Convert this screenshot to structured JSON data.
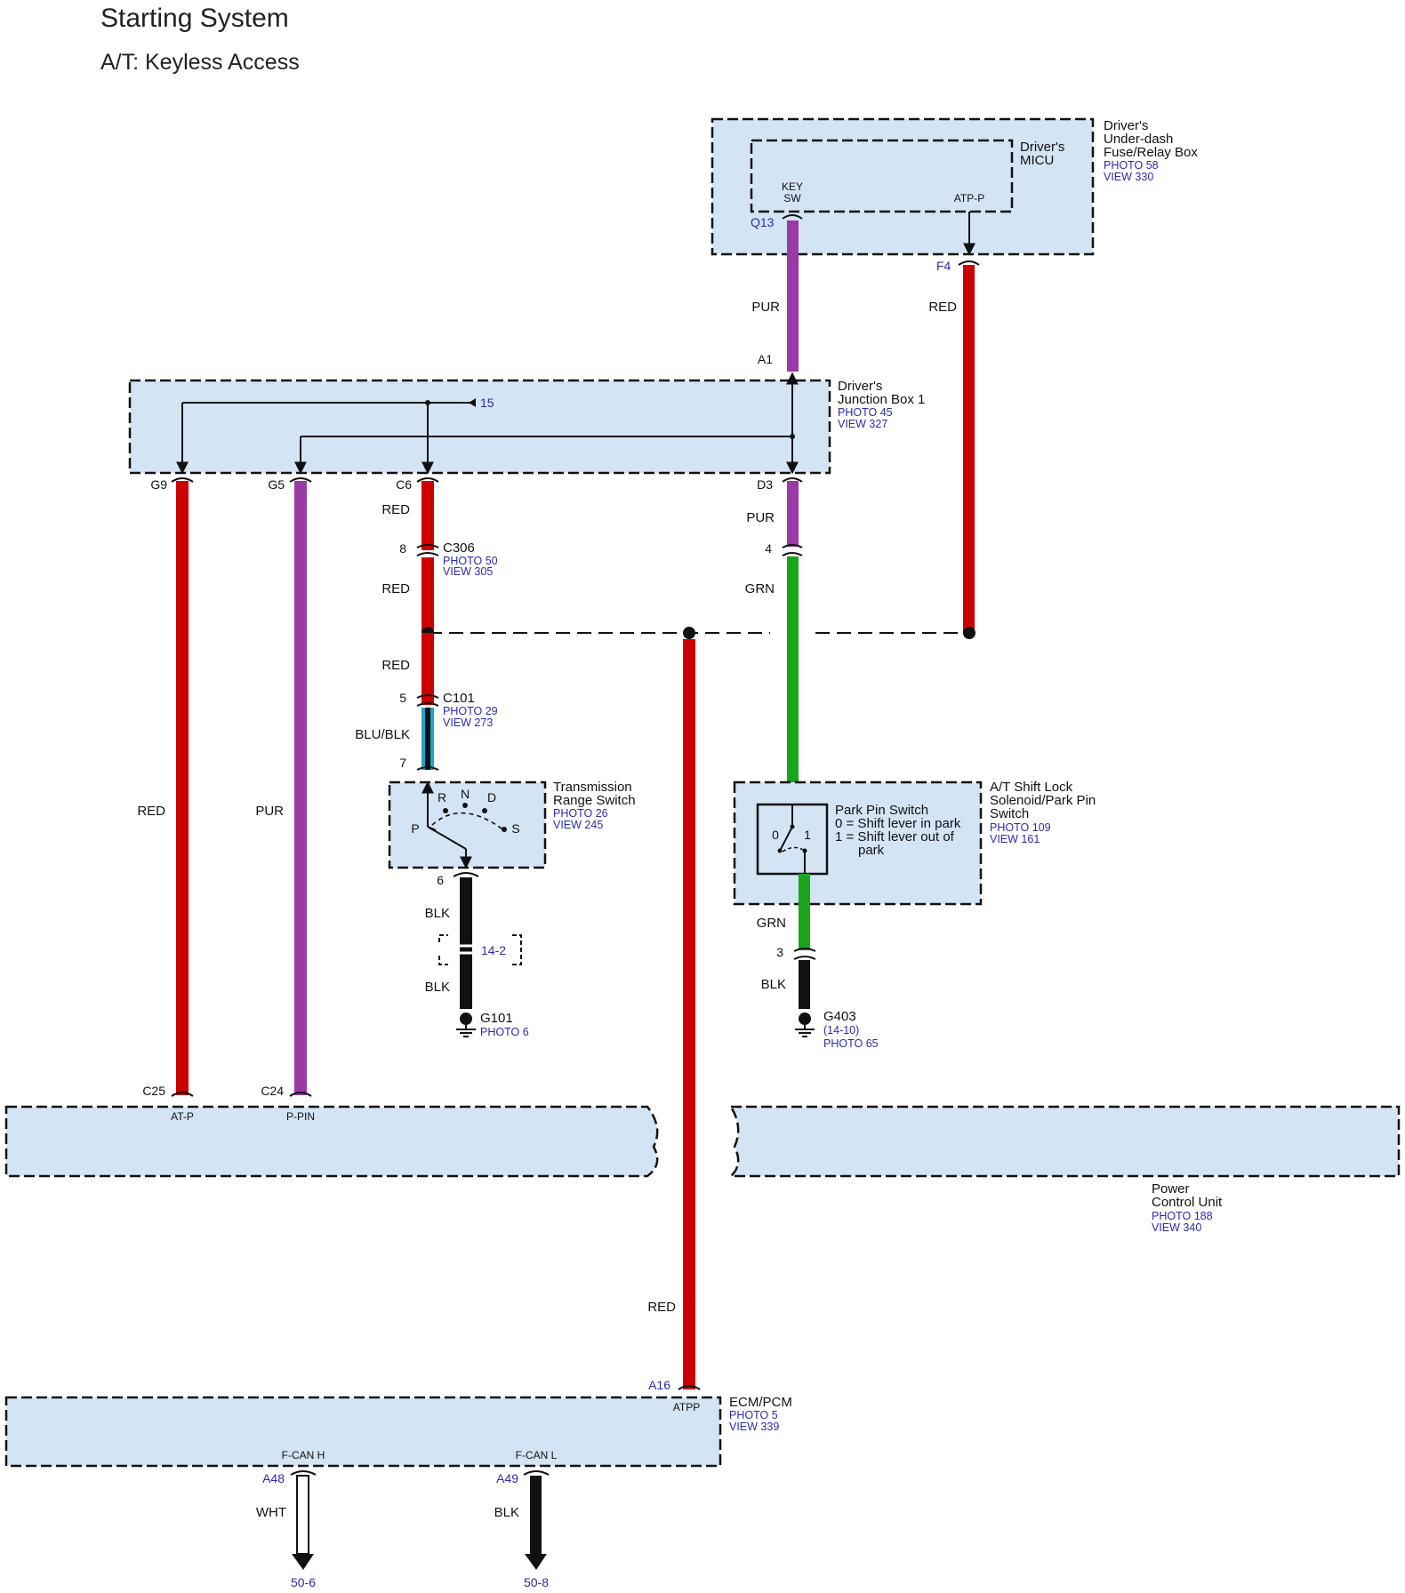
{
  "title": "Starting System",
  "subtitle": "A/T: Keyless Access",
  "colors": {
    "box_fill": "#d3e4f5",
    "ref_text": "#2b2bb0",
    "red": "#cc0000",
    "pur": "#9a3aa6",
    "grn": "#1aa51a",
    "blk": "#111111",
    "blu_blk": "#1aa6c8"
  },
  "components": {
    "fuse_box": {
      "name1": "Driver's",
      "name2": "Under-dash",
      "name3": "Fuse/Relay Box",
      "photo": "PHOTO 58",
      "view": "VIEW 330",
      "micu1": "Driver's",
      "micu2": "MICU",
      "key1": "KEY",
      "key2": "SW",
      "atp": "ATP-P",
      "pin_q13": "Q13",
      "pin_f4": "F4"
    },
    "junction_box": {
      "name1": "Driver's",
      "name2": "Junction Box 1",
      "photo": "PHOTO 45",
      "view": "VIEW 327",
      "ref": "15",
      "pin_a1": "A1",
      "pin_g9": "G9",
      "pin_g5": "G5",
      "pin_c6": "C6",
      "pin_d3": "D3"
    },
    "c306": {
      "name": "C306",
      "photo": "PHOTO 50",
      "view": "VIEW 305",
      "pin": "8"
    },
    "c101": {
      "name": "C101",
      "photo": "PHOTO 29",
      "view": "VIEW 273",
      "pin_top": "5",
      "pin_bot": "7"
    },
    "trs": {
      "name1": "Transmission",
      "name2": "Range Switch",
      "photo": "PHOTO 26",
      "view": "VIEW 245",
      "r": "R",
      "n": "N",
      "d": "D",
      "p": "P",
      "s": "S",
      "pin_out": "6"
    },
    "shift_lock": {
      "name1": "A/T Shift Lock",
      "name2": "Solenoid/Park Pin",
      "name3": "Switch",
      "photo": "PHOTO 109",
      "view": "VIEW 161",
      "pp1": "Park Pin Switch",
      "pp2": "0 = Shift lever in park",
      "pp3": "1 = Shift lever out of",
      "pp4": "park",
      "zero": "0",
      "one": "1",
      "pin_in": "4",
      "pin_out": "3"
    },
    "g101": {
      "name": "G101",
      "photo": "PHOTO 6",
      "splice": "14-2"
    },
    "g403": {
      "name": "G403",
      "ref": "(14-10)",
      "photo": "PHOTO 65"
    },
    "pcu": {
      "name1": "Power",
      "name2": "Control Unit",
      "photo": "PHOTO 188",
      "view": "VIEW 340",
      "pin_c25": "C25",
      "pin_c24": "C24",
      "atp": "AT-P",
      "ppin": "P-PIN"
    },
    "ecm": {
      "name": "ECM/PCM",
      "photo": "PHOTO 5",
      "view": "VIEW 339",
      "pin_a16": "A16",
      "atpp": "ATPP",
      "fcanh": "F-CAN H",
      "fcanl": "F-CAN L",
      "pin_a48": "A48",
      "pin_a49": "A49",
      "dest_h": "50-6",
      "dest_l": "50-8"
    }
  },
  "wire_labels": {
    "q13_a1": "PUR",
    "f4": "RED",
    "g9": "RED",
    "g5": "PUR",
    "c6": "RED",
    "c306": "RED",
    "c101_top": "RED",
    "c101": "BLU/BLK",
    "d3": "PUR",
    "grn": "GRN",
    "trs_top": "BLK",
    "trs_bot": "BLK",
    "park_out": "GRN",
    "g403": "BLK",
    "ecm": "RED",
    "wht": "WHT",
    "blk": "BLK"
  }
}
